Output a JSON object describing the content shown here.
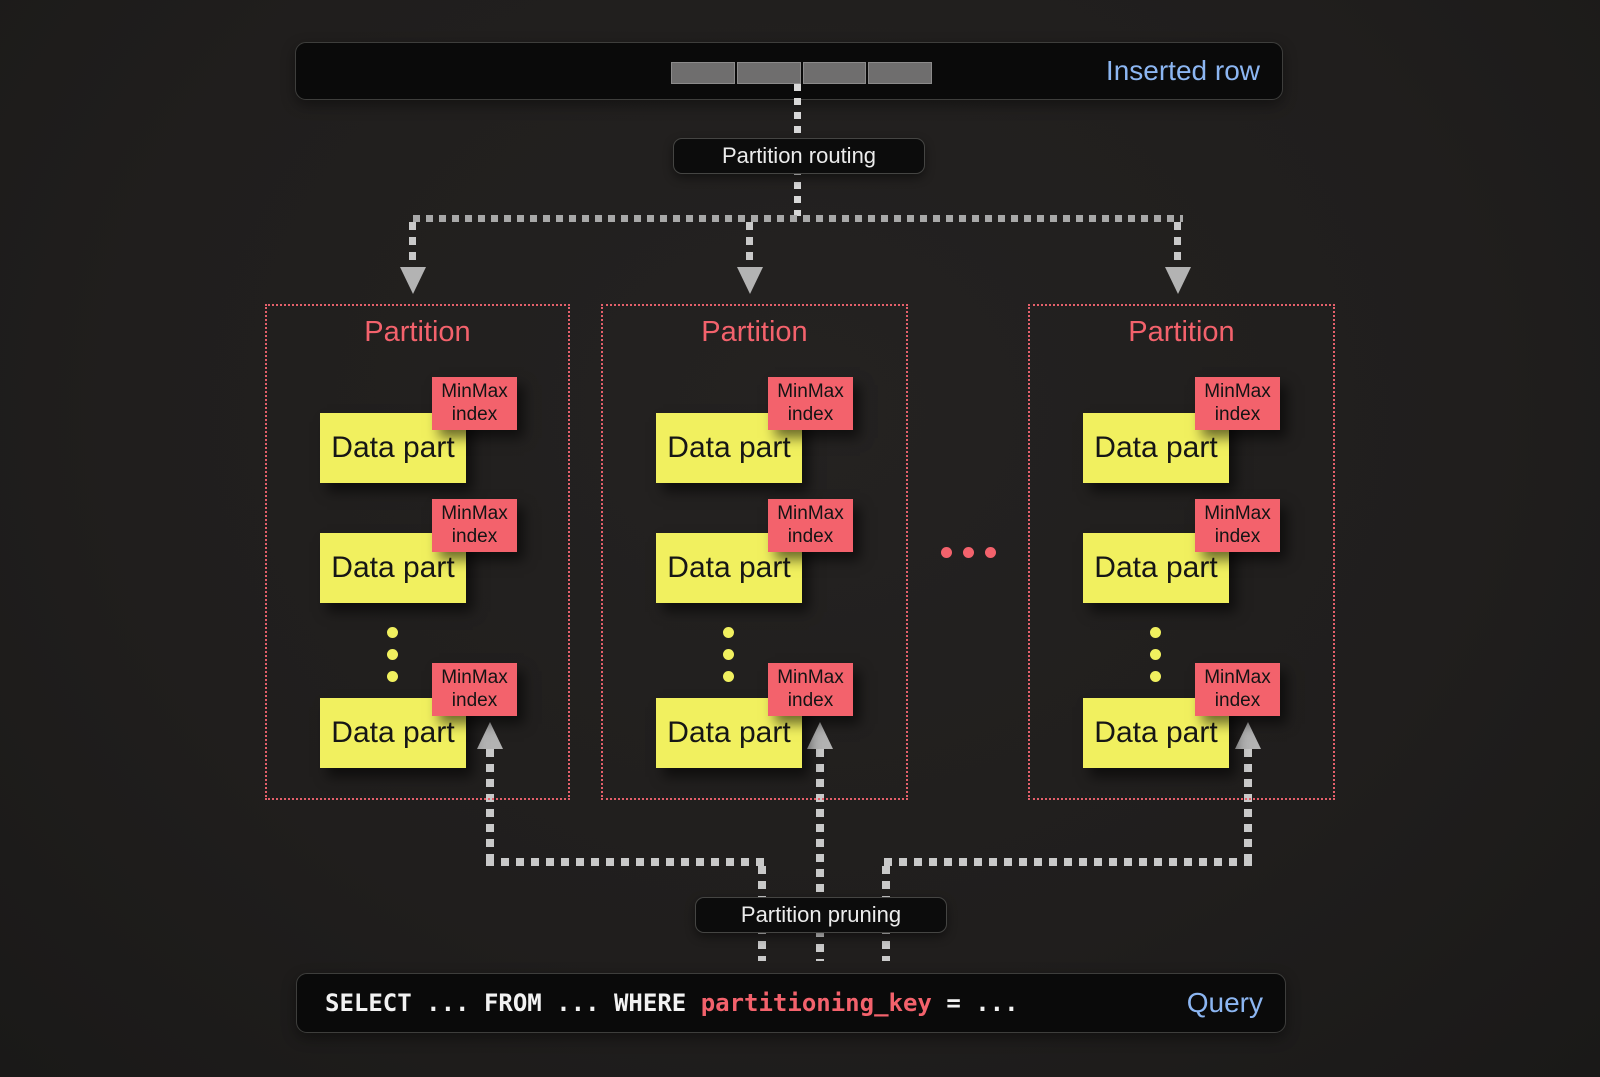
{
  "colors": {
    "background": "#201e1e",
    "panel": "#0a0a0a",
    "panel_border": "#3e3e3c",
    "yellow": "#f1f05f",
    "pink": "#f3626c",
    "partition_border": "#e4606b",
    "blue": "#8cb6f2",
    "text_light": "#ececec",
    "arrow_gray": "#c9c9c9",
    "arrow_head": "#b3b3b3",
    "dotted_line": "#a8a8a8",
    "bar_cell": "#6f6e6e"
  },
  "inserted_row": {
    "label": "Inserted row",
    "cell_count": 4
  },
  "routing": {
    "label": "Partition routing"
  },
  "pruning": {
    "label": "Partition pruning"
  },
  "partitions": [
    {
      "title": "Partition",
      "parts": [
        {
          "label": "Data part",
          "index_label": "MinMax index"
        },
        {
          "label": "Data part",
          "index_label": "MinMax index"
        },
        {
          "label": "Data part",
          "index_label": "MinMax index"
        }
      ]
    },
    {
      "title": "Partition",
      "parts": [
        {
          "label": "Data part",
          "index_label": "MinMax index"
        },
        {
          "label": "Data part",
          "index_label": "MinMax index"
        },
        {
          "label": "Data part",
          "index_label": "MinMax index"
        }
      ]
    },
    {
      "title": "Partition",
      "parts": [
        {
          "label": "Data part",
          "index_label": "MinMax index"
        },
        {
          "label": "Data part",
          "index_label": "MinMax index"
        },
        {
          "label": "Data part",
          "index_label": "MinMax index"
        }
      ]
    }
  ],
  "query": {
    "code_before": "SELECT ... FROM ... WHERE ",
    "code_key": "partitioning_key",
    "code_after": " = ...",
    "label": "Query"
  }
}
